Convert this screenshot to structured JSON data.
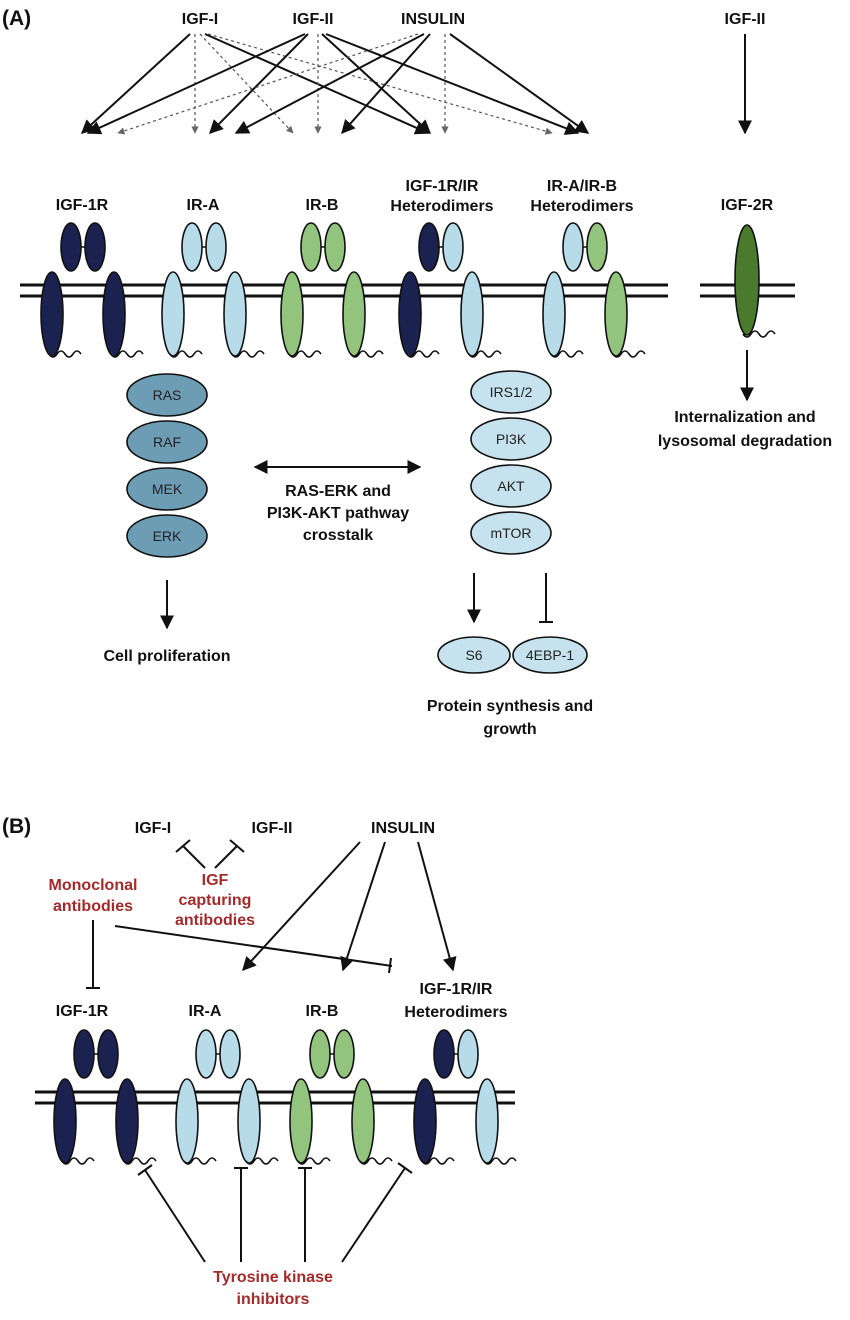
{
  "panel_a": {
    "label": "(A)",
    "ligands": {
      "igf1": "IGF-I",
      "igf2": "IGF-II",
      "insulin": "INSULIN",
      "igf2_right": "IGF-II"
    },
    "receptors": {
      "igf1r": "IGF-1R",
      "ir_a": "IR-A",
      "ir_b": "IR-B",
      "hybrid_1": "IGF-1R/IR",
      "hybrid_1b": "Heterodimers",
      "hybrid_2": "IR-A/IR-B",
      "hybrid_2b": "Heterodimers",
      "igf2r": "IGF-2R"
    },
    "ras_pathway": [
      "RAS",
      "RAF",
      "MEK",
      "ERK"
    ],
    "pi3k_pathway": [
      "IRS1/2",
      "PI3K",
      "AKT",
      "mTOR"
    ],
    "effectors": [
      "S6",
      "4EBP-1"
    ],
    "crosstalk": [
      "RAS-ERK and",
      "PI3K-AKT pathway",
      "crosstalk"
    ],
    "outcome_prolif": "Cell proliferation",
    "outcome_protein": [
      "Protein synthesis and",
      "growth"
    ],
    "outcome_igf2r": [
      "Internalization and",
      "lysosomal degradation"
    ]
  },
  "panel_b": {
    "label": "(B)",
    "ligands": {
      "igf1": "IGF-I",
      "igf2": "IGF-II",
      "insulin": "INSULIN"
    },
    "igf_capturing": [
      "IGF",
      "capturing",
      "antibodies"
    ],
    "monoclonal": [
      "Monoclonal",
      "antibodies"
    ],
    "receptors": {
      "igf1r": "IGF-1R",
      "ir_a": "IR-A",
      "ir_b": "IR-B",
      "hybrid": "IGF-1R/IR",
      "hybrid_b": "Heterodimers"
    },
    "tki": [
      "Tyrosine kinase",
      "inhibitors"
    ]
  },
  "colors": {
    "navy": "#1b2250",
    "light_blue": "#b7dbe9",
    "green": "#93c47d",
    "dark_green": "#4a7a2b",
    "steel_blue": "#6d9db4",
    "node_blue": "#c6e2ee",
    "red_text": "#a52a2a"
  }
}
